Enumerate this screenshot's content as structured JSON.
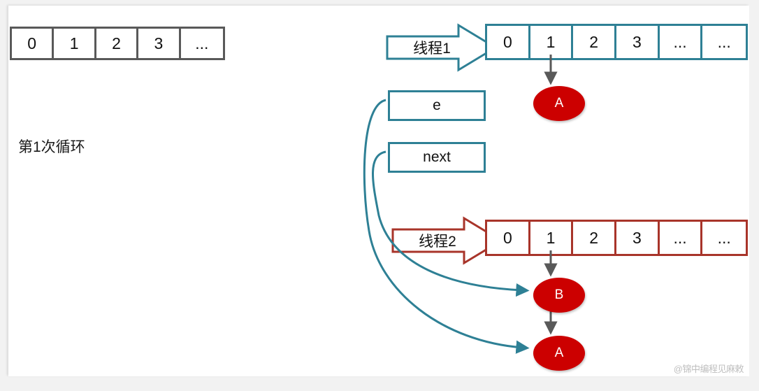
{
  "canvas": {
    "background": "#ffffff",
    "page_background": "#f2f2f2"
  },
  "colors": {
    "teal": "#2e8095",
    "dark_red": "#a8342a",
    "node_red": "#cc0000",
    "gray_border": "#595959",
    "arrow_gray": "#595959"
  },
  "caption": {
    "text": "第1次循环"
  },
  "left_table": {
    "name": "original-array",
    "border_color": "#595959",
    "cells": [
      "0",
      "1",
      "2",
      "3",
      "..."
    ]
  },
  "thread1": {
    "label": "线程1",
    "arrow_color": "#2e8095",
    "table": {
      "border_color": "#2e8095",
      "cells": [
        "0",
        "1",
        "2",
        "3",
        "...",
        "..."
      ]
    },
    "nodes": [
      {
        "id": "a1",
        "label": "A"
      }
    ]
  },
  "thread2": {
    "label": "线程2",
    "arrow_color": "#a8342a",
    "table": {
      "border_color": "#a8342a",
      "cells": [
        "0",
        "1",
        "2",
        "3",
        "...",
        "..."
      ]
    },
    "nodes": [
      {
        "id": "b",
        "label": "B"
      },
      {
        "id": "a2",
        "label": "A"
      }
    ]
  },
  "variables": [
    {
      "id": "e",
      "label": "e",
      "points_to": "a2"
    },
    {
      "id": "next",
      "label": "next",
      "points_to": "b"
    }
  ],
  "watermark": {
    "text": "@锦中编程见麻敕"
  }
}
